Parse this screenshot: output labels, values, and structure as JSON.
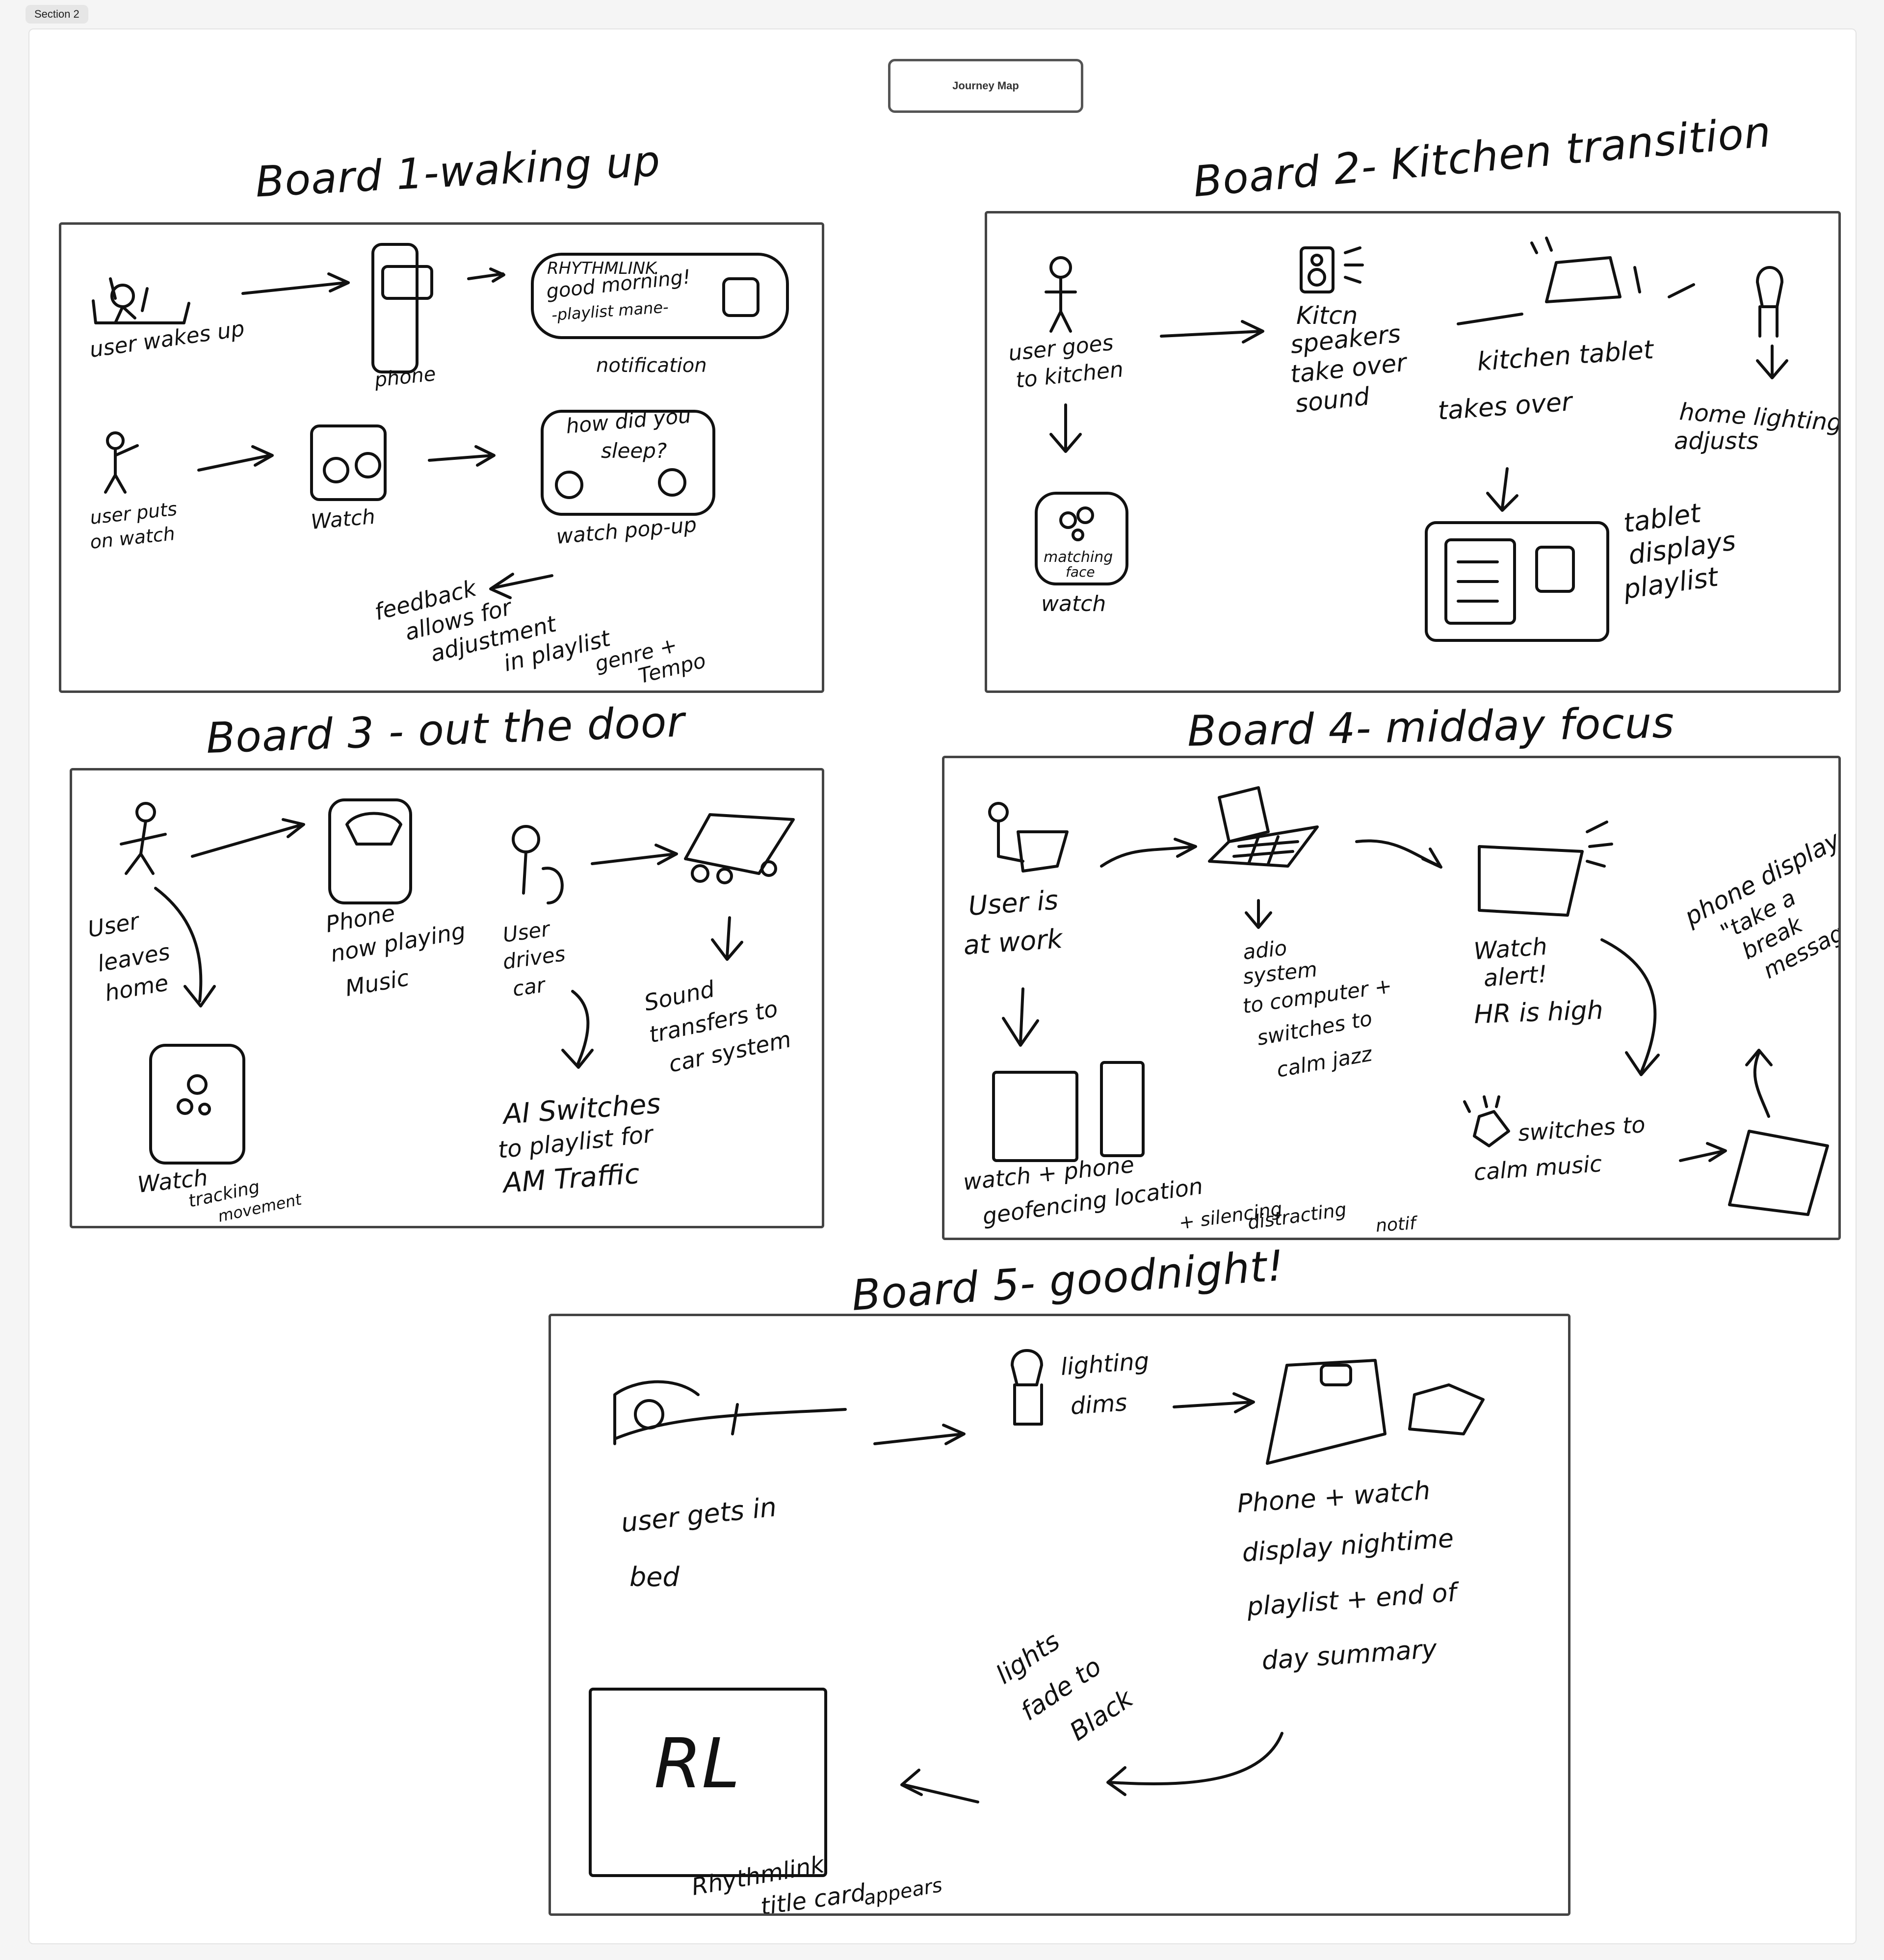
{
  "section": {
    "label": "Section 2"
  },
  "journey_map": {
    "label": "Journey Map"
  },
  "boards": [
    {
      "title": "Board 1-waking up",
      "notes": {
        "user_wakes": "user wakes up",
        "phone": "phone",
        "notif_l1": "RHYTHMLINK",
        "notif_l2": "good morning!",
        "notif_l3": "-playlist mane-",
        "notification": "notification",
        "user_watch_l1": "user puts",
        "user_watch_l2": "on watch",
        "watch": "Watch",
        "popup_l1": "how did you",
        "popup_l2": "sleep?",
        "watch_popup": "watch pop-up",
        "fb_l1": "feedback",
        "fb_l2": "allows for",
        "fb_l3": "adjustment",
        "fb_l4": "in playlist",
        "fb_l5": "genre +",
        "fb_l6": "Tempo"
      }
    },
    {
      "title": "Board 2- Kitchen transition",
      "notes": {
        "user_kitchen_l1": "user goes",
        "user_kitchen_l2": "to kitchen",
        "speakers_l1": "Kitcn",
        "speakers_l2": "speakers",
        "speakers_l3": "take over",
        "speakers_l4": "sound",
        "tablet_l1": "kitchen tablet",
        "tablet_l2": "takes over",
        "lighting_l1": "home lighting",
        "lighting_l2": "adjusts",
        "watch_face_l1": "matching",
        "watch_face_l2": "face",
        "watch": "watch",
        "tablet_disp_l1": "tablet",
        "tablet_disp_l2": "displays",
        "tablet_disp_l3": "playlist"
      }
    },
    {
      "title": "Board 3 - out the door",
      "notes": {
        "leaves_l1": "User",
        "leaves_l2": "leaves",
        "leaves_l3": "home",
        "phone_l1": "Phone",
        "phone_l2": "now playing",
        "phone_l3": "Music",
        "drives_l1": "User",
        "drives_l2": "drives",
        "drives_l3": "car",
        "sound_l1": "Sound",
        "sound_l2": "transfers to",
        "sound_l3": "car system",
        "ai_l1": "AI Switches",
        "ai_l2": "to playlist for",
        "ai_l3": "AM Traffic",
        "watch_l1": "Watch",
        "watch_l2": "tracking",
        "watch_l3": "movement"
      }
    },
    {
      "title": "Board 4- midday focus",
      "notes": {
        "work_l1": "User is",
        "work_l2": "at work",
        "audio_l1": "adio",
        "audio_l2": "system",
        "audio_l3": "to computer +",
        "audio_l4": "switches to",
        "audio_l5": "calm jazz",
        "alert_l1": "Watch",
        "alert_l2": "alert!",
        "alert_l3": "HR is high",
        "phone_l1": "phone displays",
        "phone_l2": "\"take a",
        "phone_l3": "break",
        "phone_l4": "message\"",
        "geo_l1": "watch + phone",
        "geo_l2": "geofencing location",
        "geo_l3": "+ silencing",
        "geo_l4": "distracting",
        "geo_l5": "notif",
        "calm_l1": "switches to",
        "calm_l2": "calm music"
      }
    },
    {
      "title": "Board 5- goodnight!",
      "notes": {
        "bed_l1": "user gets in",
        "bed_l2": "bed",
        "dims_l1": "lighting",
        "dims_l2": "dims",
        "night_l1": "Phone + watch",
        "night_l2": "display nightime",
        "night_l3": "playlist + end of",
        "night_l4": "day summary",
        "fade_l1": "lights",
        "fade_l2": "fade to",
        "fade_l3": "Black",
        "rl": "RL",
        "card_l1": "Rhythmlink",
        "card_l2": "title card",
        "card_l3": "appears"
      }
    }
  ]
}
